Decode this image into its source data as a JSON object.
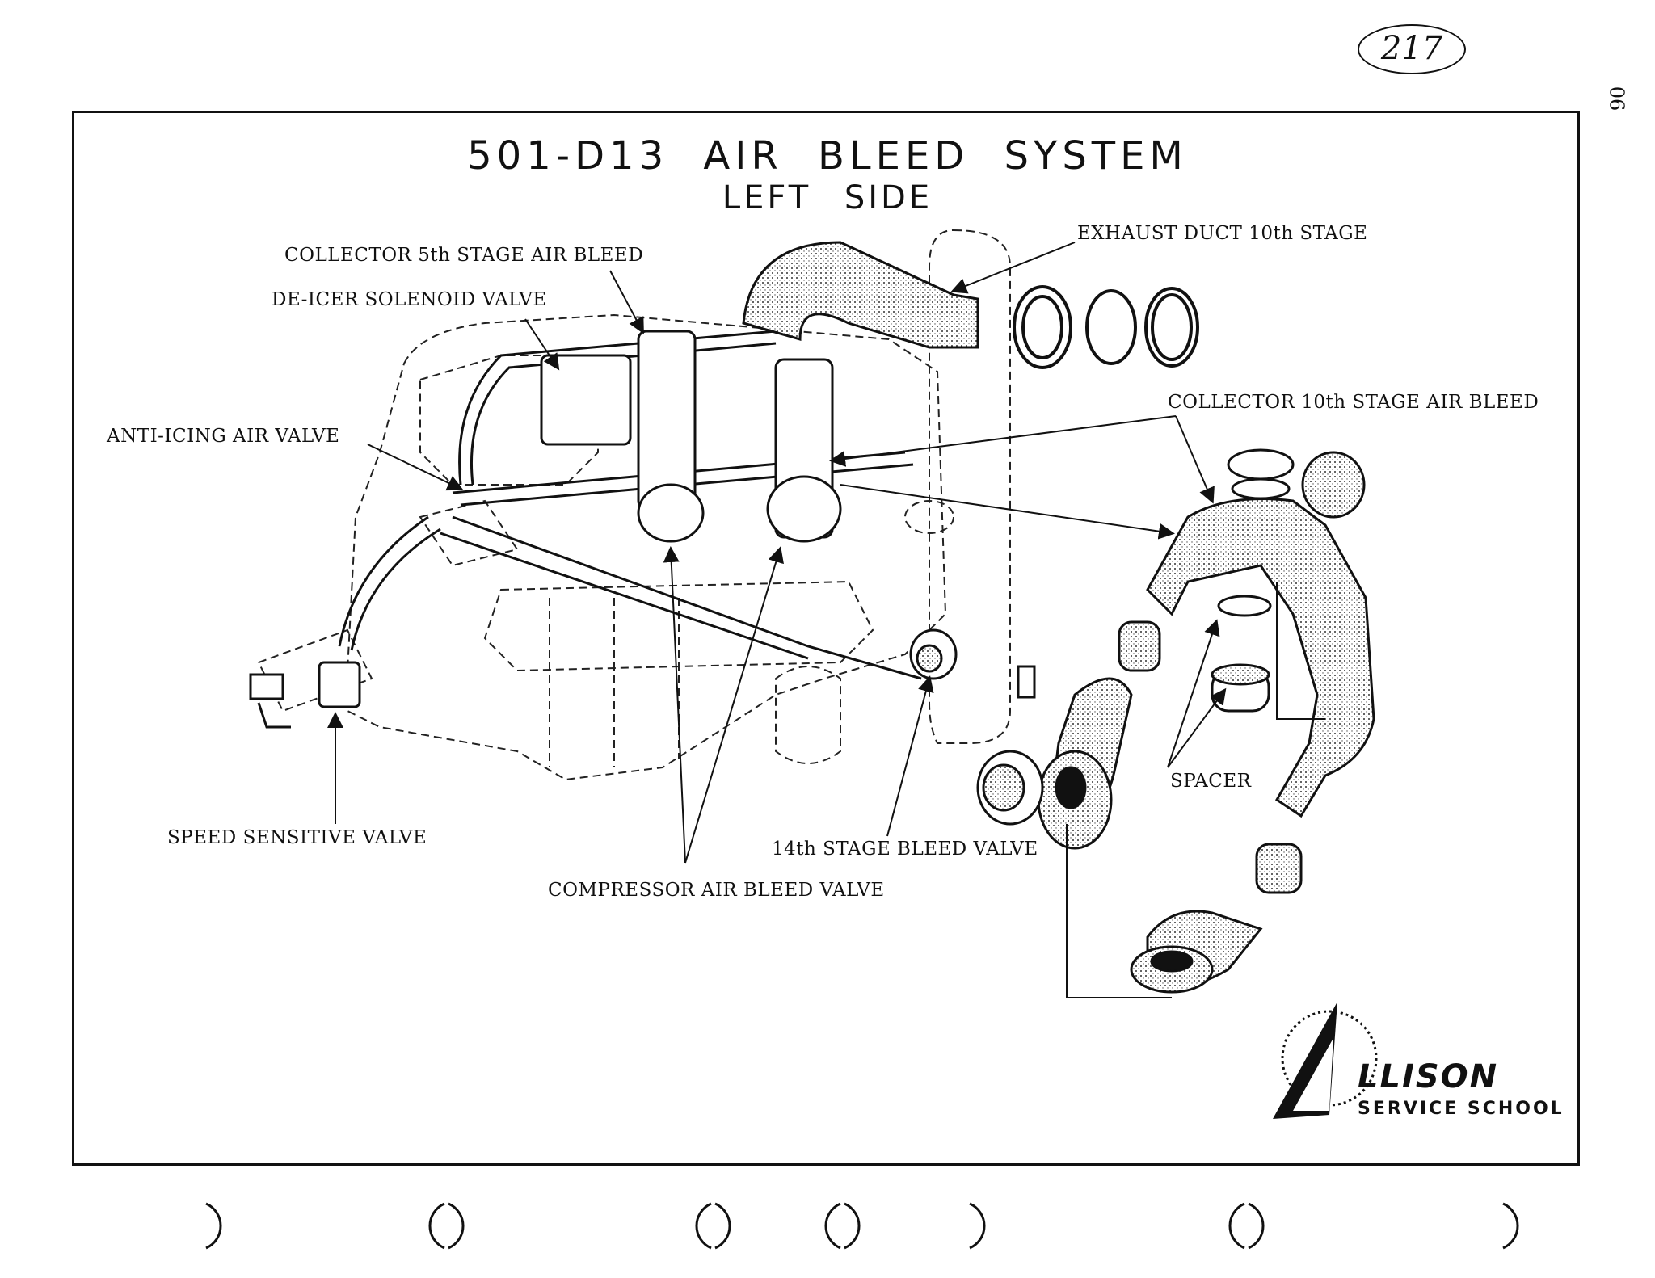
{
  "page_number": "217",
  "side_number": "06",
  "title_line1": "501-D13 AIR BLEED SYSTEM",
  "title_line2": "LEFT SIDE",
  "labels": {
    "collector_5th": "COLLECTOR 5th STAGE AIR BLEED",
    "deicer": "DE-ICER SOLENOID VALVE",
    "anti_icing": "ANTI-ICING AIR VALVE",
    "exhaust_duct": "EXHAUST DUCT 10th STAGE",
    "collector_10th": "COLLECTOR 10th STAGE AIR BLEED",
    "spacer": "SPACER",
    "speed_sensitive": "SPEED SENSITIVE VALVE",
    "bleed_14th": "14th STAGE BLEED VALVE",
    "compressor_bleed": "COMPRESSOR AIR BLEED VALVE"
  },
  "logo": {
    "brand": "LLISON",
    "subtitle": "SERVICE SCHOOL"
  }
}
